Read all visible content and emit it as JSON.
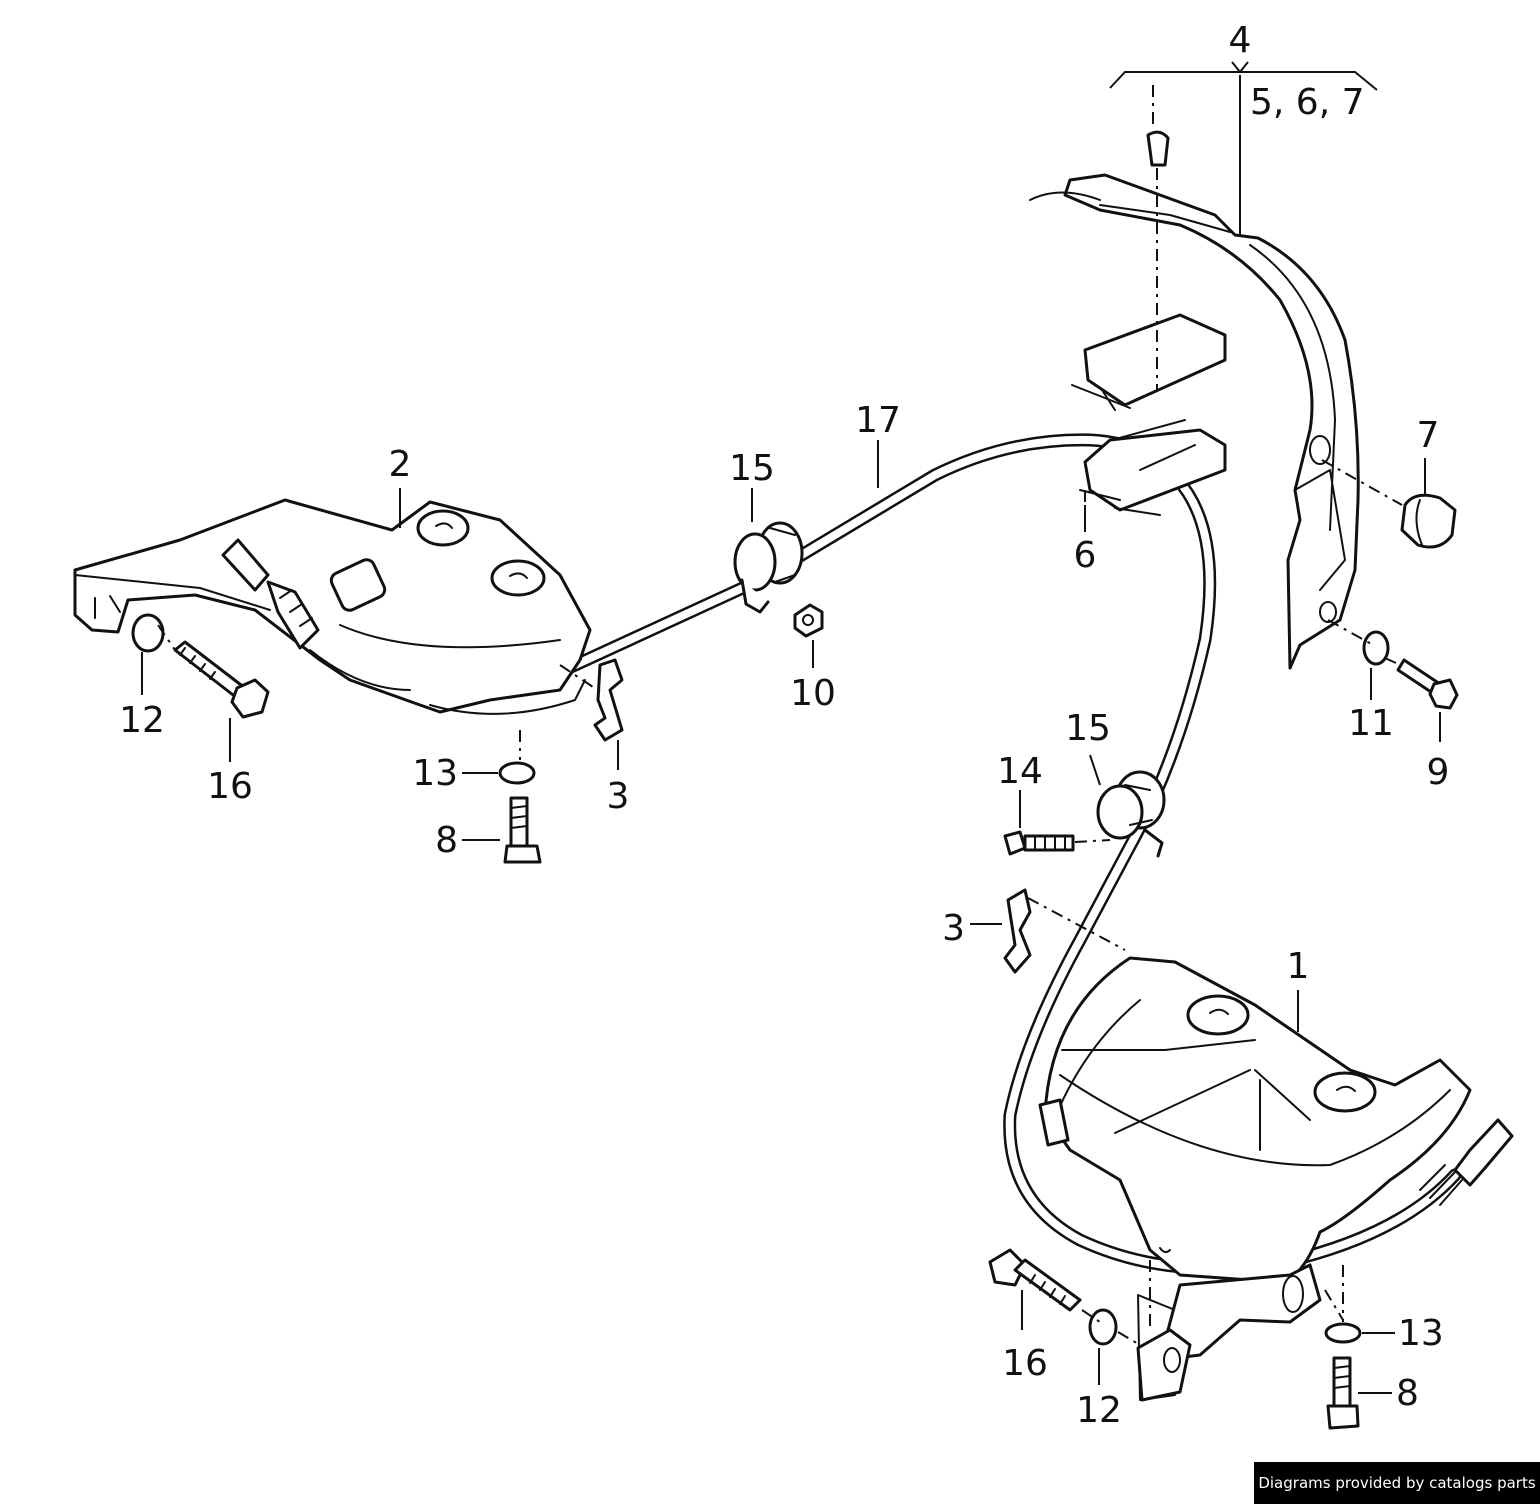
{
  "labels": {
    "n1": "1",
    "n2": "2",
    "n3a": "3",
    "n3b": "3",
    "n4": "4",
    "n567": "5, 6, 7",
    "n6": "6",
    "n7": "7",
    "n8a": "8",
    "n8b": "8",
    "n9": "9",
    "n10": "10",
    "n11": "11",
    "n12a": "12",
    "n12b": "12",
    "n13a": "13",
    "n13b": "13",
    "n14": "14",
    "n15a": "15",
    "n15b": "15",
    "n16a": "16",
    "n16b": "16",
    "n17": "17"
  },
  "credit": "Diagrams provided by catalogs parts"
}
